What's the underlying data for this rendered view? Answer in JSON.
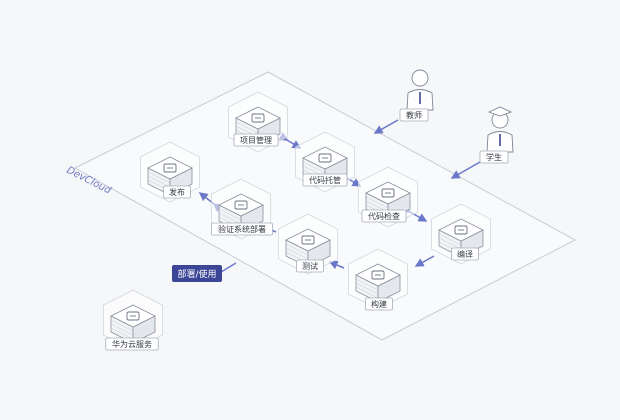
{
  "platform_label": "DevCloud",
  "deploy_tag": "部署/使用",
  "colors": {
    "background": "#f6f7f9",
    "platform_edge": "#c7ccd6",
    "arrow": "#6b78c9",
    "tag_bg": "#3b4697",
    "node_top": "#eef0f3",
    "node_side": "#ffffff",
    "node_border": "#8a919e"
  },
  "actors": [
    {
      "id": "teacher",
      "label": "教师",
      "icon": "person-icon"
    },
    {
      "id": "student",
      "label": "学生",
      "icon": "graduate-icon"
    }
  ],
  "nodes": [
    {
      "id": "project",
      "label": "项目管理",
      "icon": "document-stack-icon"
    },
    {
      "id": "code-hosting",
      "label": "代码托管",
      "icon": "code-repo-icon"
    },
    {
      "id": "code-check",
      "label": "代码检查",
      "icon": "inspect-icon"
    },
    {
      "id": "compile",
      "label": "编译",
      "icon": "compile-icon"
    },
    {
      "id": "build",
      "label": "构建",
      "icon": "build-icon"
    },
    {
      "id": "test",
      "label": "测试",
      "icon": "test-icon"
    },
    {
      "id": "verify-deploy",
      "label": "验证系统部署",
      "icon": "deploy-icon"
    },
    {
      "id": "release",
      "label": "发布",
      "icon": "release-icon"
    },
    {
      "id": "huawei-cloud",
      "label": "华为云服务",
      "icon": "cloud-icon"
    }
  ]
}
